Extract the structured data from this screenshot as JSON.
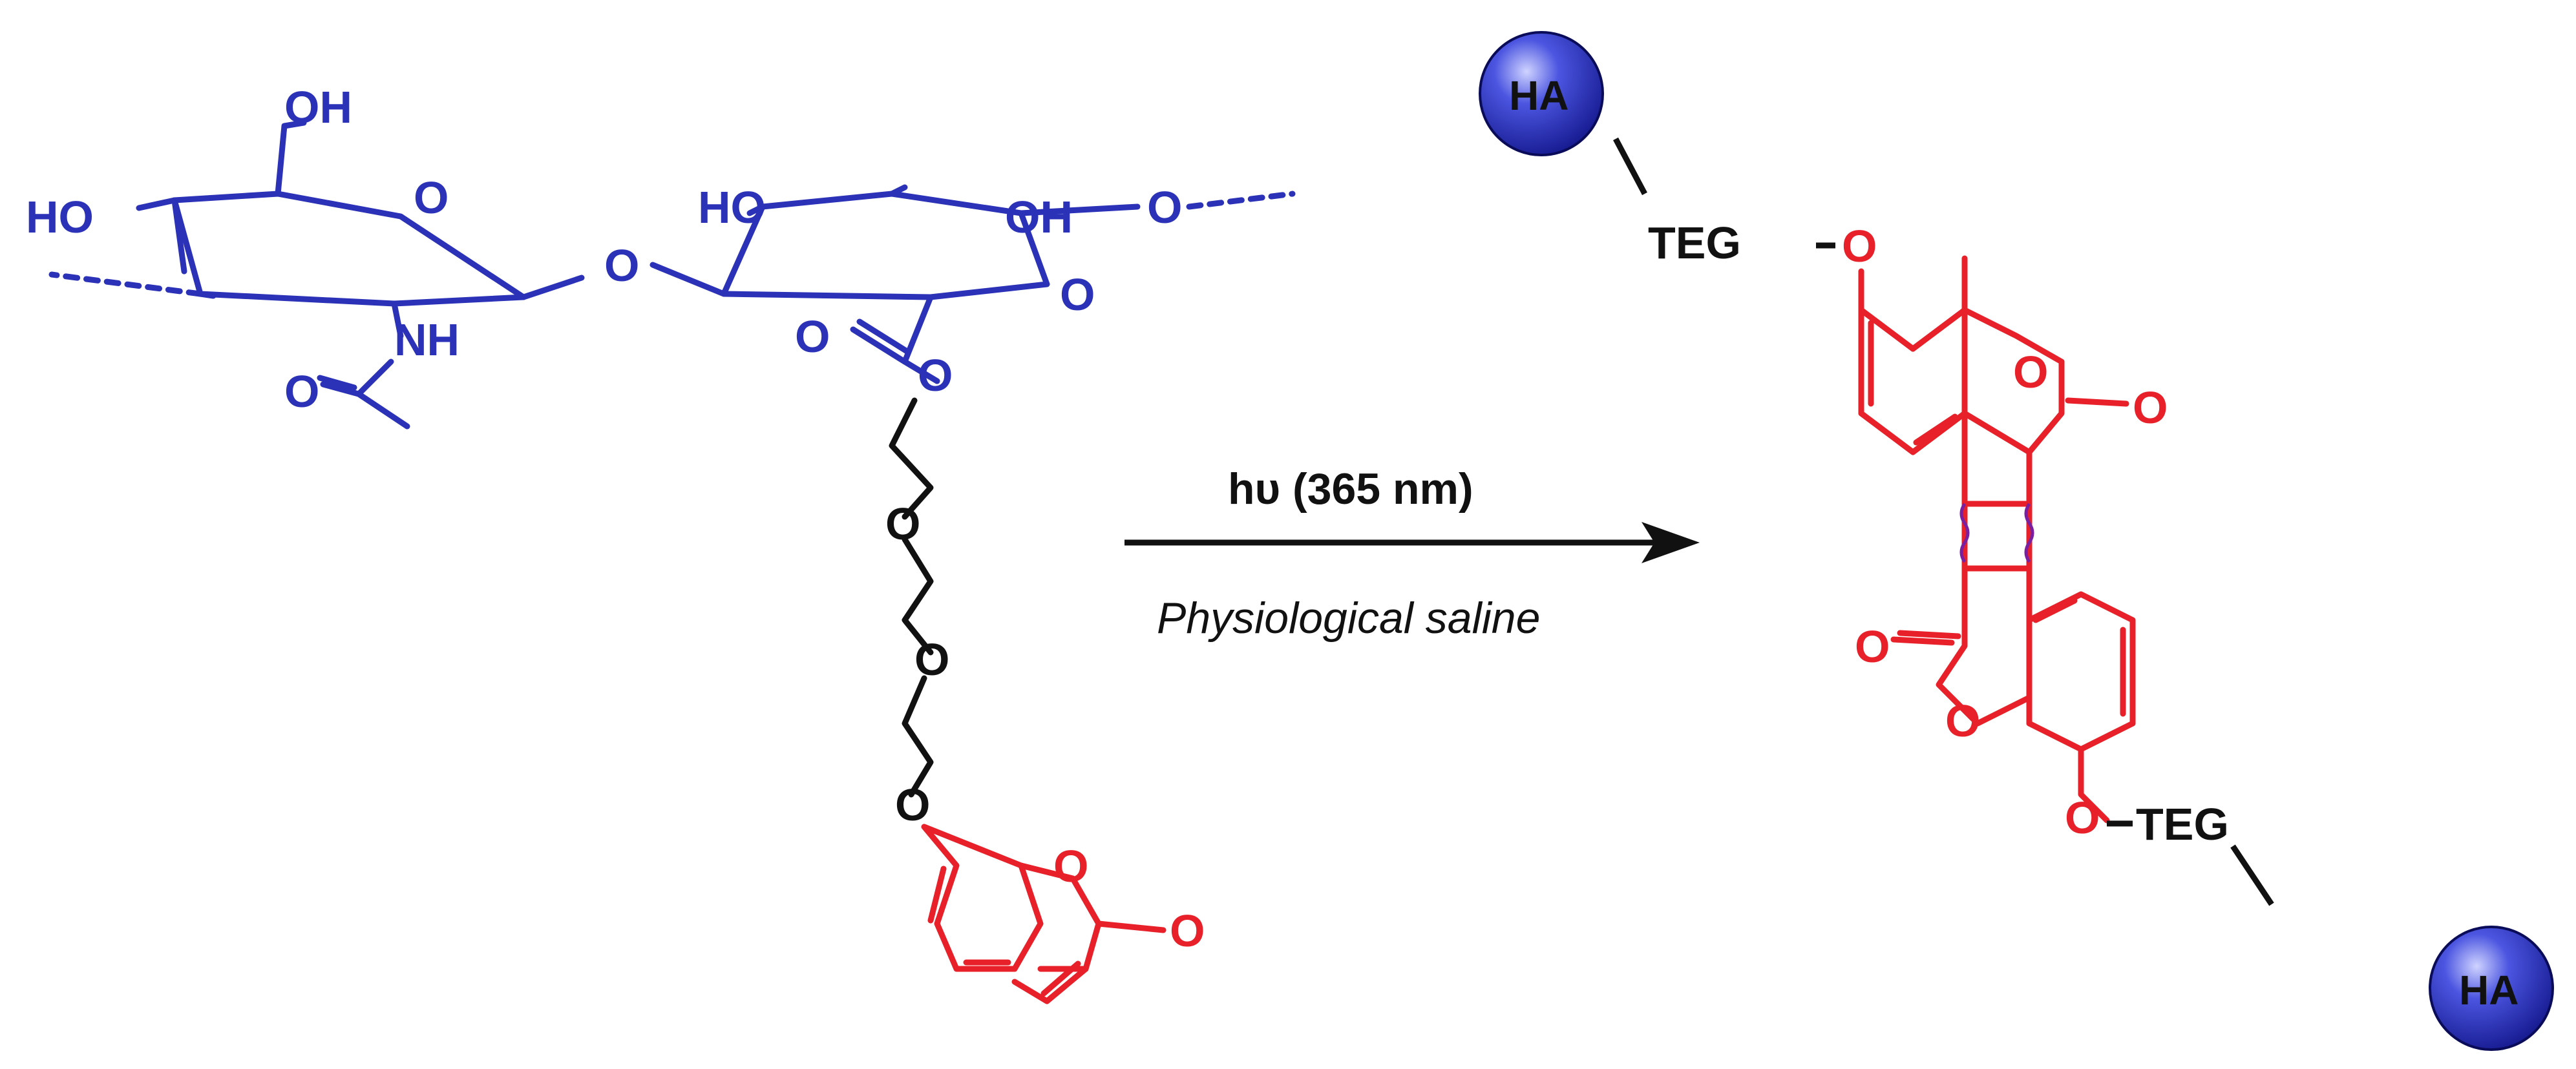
{
  "reaction": {
    "conditions_top": "hυ (365 nm)",
    "conditions_bottom": "Physiological saline"
  },
  "reactant": {
    "oh_left": "HO",
    "oh_top": "OH",
    "ring_o1": "O",
    "nh": "NH",
    "amide_o": "O",
    "glyco_o": "O",
    "ho_right": "HO",
    "oh_right": "OH",
    "ring_o2": "O",
    "link_o": "O",
    "ester_o": "O",
    "ester_o2": "O",
    "teg_o1": "O",
    "teg_o2": "O",
    "teg_o3": "O",
    "coum_ring_o": "O",
    "coum_carbonyl_o": "O"
  },
  "product": {
    "ha_top": "HA",
    "teg_top": "TEG",
    "o_top": "O",
    "ring_o_top": "O",
    "carbonyl_top": "O",
    "carbonyl_bottom": "O",
    "ring_o_bottom": "O",
    "o_bottom": "O",
    "teg_bottom": "TEG",
    "ha_bottom": "HA"
  },
  "colors": {
    "hyaluronic_acid": "#2b32b8",
    "linker": "#111111",
    "coumarin": "#e8202a",
    "cyclobutane_bond": "#7a1fa0"
  }
}
